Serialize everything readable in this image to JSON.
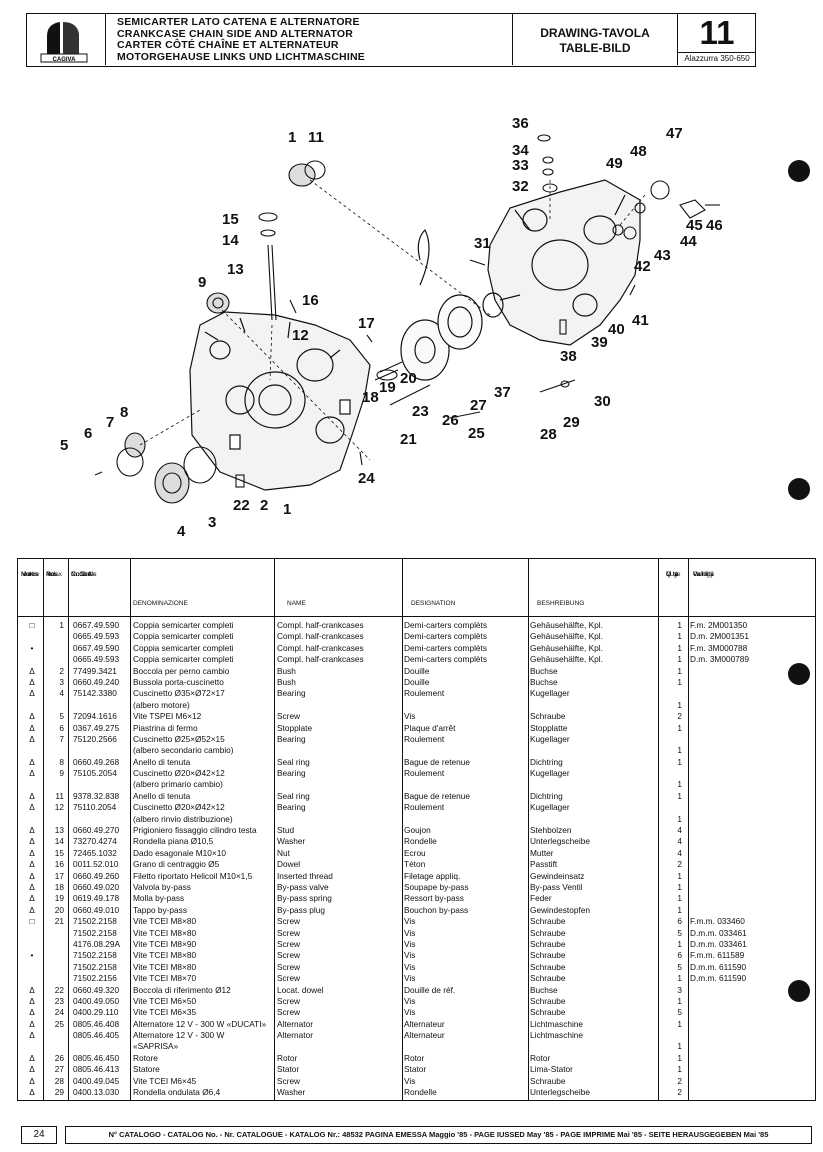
{
  "header": {
    "titles": [
      "SEMICARTER LATO CATENA E ALTERNATORE",
      "CRANKCASE CHAIN SIDE AND ALTERNATOR",
      "CARTER CÔTÉ CHAÎNE ET ALTERNATEUR",
      "MOTORGEHAUSE LINKS UND LICHTMASCHINE"
    ],
    "drawing_label_1": "DRAWING-TAVOLA",
    "drawing_label_2": "TABLE-BILD",
    "table_number": "11",
    "model": "Alazzurra 350-650",
    "logo_text": "CAGIVA"
  },
  "callouts": [
    "1",
    "11",
    "36",
    "47",
    "34",
    "33",
    "48",
    "49",
    "32",
    "45",
    "46",
    "44",
    "43",
    "42",
    "15",
    "14",
    "31",
    "13",
    "9",
    "16",
    "17",
    "12",
    "39",
    "40",
    "41",
    "38",
    "20",
    "19",
    "18",
    "37",
    "27",
    "26",
    "25",
    "23",
    "21",
    "30",
    "29",
    "28",
    "8",
    "7",
    "6",
    "5",
    "24",
    "22",
    "2",
    "1",
    "3",
    "4"
  ],
  "table_header": {
    "note": [
      "Note",
      "Notes",
      "Notes",
      "Marke"
    ],
    "index": [
      "Index",
      "No.",
      "Pos.",
      "N."
    ],
    "code": [
      "Code N.",
      "Nr. Code",
      "N. Cod.",
      "Code Nr."
    ],
    "denominazione": "DENOMINAZIONE",
    "name": "NAME",
    "designation": "DESIGNATION",
    "beshreibung": "BESHREIBUNG",
    "qty": [
      "Q.ty",
      "Q.tà",
      "Q.te",
      "M.ge"
    ],
    "validity": [
      "Validity",
      "Validità",
      "Validité",
      "Gultig"
    ]
  },
  "rows": [
    {
      "note": "□",
      "idx": "1",
      "code": "0667.49.590",
      "it": "Coppia semicarter completi",
      "en": "Compl. half-crankcases",
      "fr": "Demi-carters complèts",
      "de": "Gehäusehälfte, Kpl.",
      "qty": "1",
      "val": "F.m. 2M001350"
    },
    {
      "note": "",
      "idx": "",
      "code": "0665.49.593",
      "it": "Coppia semicarter completi",
      "en": "Compl. half-crankcases",
      "fr": "Demi-carters complèts",
      "de": "Gehäusehälfte, Kpl.",
      "qty": "1",
      "val": "D.m. 2M001351"
    },
    {
      "note": "•",
      "idx": "",
      "code": "0667.49.590",
      "it": "Coppia semicarter completi",
      "en": "Compl. half-crankcases",
      "fr": "Demi-carters complèts",
      "de": "Gehäusehälfte, Kpl.",
      "qty": "1",
      "val": "F.m. 3M000788"
    },
    {
      "note": "",
      "idx": "",
      "code": "0665.49.593",
      "it": "Coppia semicarter completi",
      "en": "Compl. half-crankcases",
      "fr": "Demi-carters complèts",
      "de": "Gehäusehälfte, Kpl.",
      "qty": "1",
      "val": "D.m. 3M000789"
    },
    {
      "note": "Δ",
      "idx": "2",
      "code": "77499.3421",
      "it": "Boccola per perno cambio",
      "en": "Bush",
      "fr": "Douille",
      "de": "Buchse",
      "qty": "1",
      "val": ""
    },
    {
      "note": "Δ",
      "idx": "3",
      "code": "0660.49.240",
      "it": "Bussola porta-cuscinetto",
      "en": "Bush",
      "fr": "Douille",
      "de": "Buchse",
      "qty": "1",
      "val": ""
    },
    {
      "note": "Δ",
      "idx": "4",
      "code": "75142.3380",
      "it": "Cuscinetto Ø35×Ø72×17",
      "en": "Bearing",
      "fr": "Roulement",
      "de": "Kugellager",
      "qty": "",
      "val": ""
    },
    {
      "note": "",
      "idx": "",
      "code": "",
      "it": "(albero motore)",
      "en": "",
      "fr": "",
      "de": "",
      "qty": "1",
      "val": ""
    },
    {
      "note": "Δ",
      "idx": "5",
      "code": "72094.1616",
      "it": "Vite TSPEI M6×12",
      "en": "Screw",
      "fr": "Vis",
      "de": "Schraube",
      "qty": "2",
      "val": ""
    },
    {
      "note": "Δ",
      "idx": "6",
      "code": "0367.49.275",
      "it": "Piastrina di fermo",
      "en": "Stopplate",
      "fr": "Plaque d'arrêt",
      "de": "Stopplatte",
      "qty": "1",
      "val": ""
    },
    {
      "note": "Δ",
      "idx": "7",
      "code": "75120.2566",
      "it": "Cuscinetto Ø25×Ø52×15",
      "en": "Bearing",
      "fr": "Roulement",
      "de": "Kugellager",
      "qty": "",
      "val": ""
    },
    {
      "note": "",
      "idx": "",
      "code": "",
      "it": "(albero secondario cambio)",
      "en": "",
      "fr": "",
      "de": "",
      "qty": "1",
      "val": ""
    },
    {
      "note": "Δ",
      "idx": "8",
      "code": "0660.49.268",
      "it": "Anello di tenuta",
      "en": "Seal ring",
      "fr": "Bague de retenue",
      "de": "Dichtring",
      "qty": "1",
      "val": ""
    },
    {
      "note": "Δ",
      "idx": "9",
      "code": "75105.2054",
      "it": "Cuscinetto Ø20×Ø42×12",
      "en": "Bearing",
      "fr": "Roulement",
      "de": "Kugellager",
      "qty": "",
      "val": ""
    },
    {
      "note": "",
      "idx": "",
      "code": "",
      "it": "(albero primario cambio)",
      "en": "",
      "fr": "",
      "de": "",
      "qty": "1",
      "val": ""
    },
    {
      "note": "Δ",
      "idx": "11",
      "code": "9378.32.838",
      "it": "Anello di tenuta",
      "en": "Seal ring",
      "fr": "Bague de retenue",
      "de": "Dichtring",
      "qty": "1",
      "val": ""
    },
    {
      "note": "Δ",
      "idx": "12",
      "code": "75110.2054",
      "it": "Cuscinetto Ø20×Ø42×12",
      "en": "Bearing",
      "fr": "Roulement",
      "de": "Kugellager",
      "qty": "",
      "val": ""
    },
    {
      "note": "",
      "idx": "",
      "code": "",
      "it": "(albero rinvio distribuzione)",
      "en": "",
      "fr": "",
      "de": "",
      "qty": "1",
      "val": ""
    },
    {
      "note": "Δ",
      "idx": "13",
      "code": "0660.49.270",
      "it": "Prigioniero fissaggio cilindro testa",
      "en": "Stud",
      "fr": "Goujon",
      "de": "Stehbolzen",
      "qty": "4",
      "val": ""
    },
    {
      "note": "Δ",
      "idx": "14",
      "code": "73270.4274",
      "it": "Rondella piana Ø10,5",
      "en": "Washer",
      "fr": "Rondelle",
      "de": "Unterlegscheibe",
      "qty": "4",
      "val": ""
    },
    {
      "note": "Δ",
      "idx": "15",
      "code": "72465.1032",
      "it": "Dado esagonale M10×10",
      "en": "Nut",
      "fr": "Ecrou",
      "de": "Mutter",
      "qty": "4",
      "val": ""
    },
    {
      "note": "Δ",
      "idx": "16",
      "code": "0011.52.010",
      "it": "Grano di centraggio Ø5",
      "en": "Dowel",
      "fr": "Téton",
      "de": "Passtift",
      "qty": "2",
      "val": ""
    },
    {
      "note": "Δ",
      "idx": "17",
      "code": "0660.49.260",
      "it": "Filetto riportato Helicoil M10×1,5",
      "en": "Inserted thread",
      "fr": "Filetage appliq.",
      "de": "Gewindeinsatz",
      "qty": "1",
      "val": ""
    },
    {
      "note": "Δ",
      "idx": "18",
      "code": "0660.49.020",
      "it": "Valvola by-pass",
      "en": "By-pass valve",
      "fr": "Soupape by-pass",
      "de": "By-pass Ventil",
      "qty": "1",
      "val": ""
    },
    {
      "note": "Δ",
      "idx": "19",
      "code": "0619.49.178",
      "it": "Molla by-pass",
      "en": "By-pass spring",
      "fr": "Ressort by-pass",
      "de": "Feder",
      "qty": "1",
      "val": ""
    },
    {
      "note": "Δ",
      "idx": "20",
      "code": "0660.49.010",
      "it": "Tappo by-pass",
      "en": "By-pass plug",
      "fr": "Bouchon by-pass",
      "de": "Gewindestopfen",
      "qty": "1",
      "val": ""
    },
    {
      "note": "□",
      "idx": "21",
      "code": "71502.2158",
      "it": "Vite TCEI M8×80",
      "en": "Screw",
      "fr": "Vis",
      "de": "Schraube",
      "qty": "6",
      "val": "F.m.m. 033460"
    },
    {
      "note": "",
      "idx": "",
      "code": "71502.2158",
      "it": "Vite TCEI M8×80",
      "en": "Screw",
      "fr": "Vis",
      "de": "Schraube",
      "qty": "5",
      "val": "D.m.m. 033461"
    },
    {
      "note": "",
      "idx": "",
      "code": "4176.08.29A",
      "it": "Vite TCEI M8×90",
      "en": "Screw",
      "fr": "Vis",
      "de": "Schraube",
      "qty": "1",
      "val": "D.m.m. 033461"
    },
    {
      "note": "•",
      "idx": "",
      "code": "71502.2158",
      "it": "Vite TCEI M8×80",
      "en": "Screw",
      "fr": "Vis",
      "de": "Schraube",
      "qty": "6",
      "val": "F.m.m. 611589"
    },
    {
      "note": "",
      "idx": "",
      "code": "71502.2158",
      "it": "Vite TCEI M8×80",
      "en": "Screw",
      "fr": "Vis",
      "de": "Schraube",
      "qty": "5",
      "val": "D.m.m. 611590"
    },
    {
      "note": "",
      "idx": "",
      "code": "71502.2156",
      "it": "Vite TCEI M8×70",
      "en": "Screw",
      "fr": "Vis",
      "de": "Schraube",
      "qty": "1",
      "val": "D.m.m. 611590"
    },
    {
      "note": "Δ",
      "idx": "22",
      "code": "0660.49.320",
      "it": "Boccola di riferimento Ø12",
      "en": "Locat. dowel",
      "fr": "Douille de réf.",
      "de": "Buchse",
      "qty": "3",
      "val": ""
    },
    {
      "note": "Δ",
      "idx": "23",
      "code": "0400.49.050",
      "it": "Vite TCEI M6×50",
      "en": "Screw",
      "fr": "Vis",
      "de": "Schraube",
      "qty": "1",
      "val": ""
    },
    {
      "note": "Δ",
      "idx": "24",
      "code": "0400.29.110",
      "it": "Vite TCEI M6×35",
      "en": "Screw",
      "fr": "Vis",
      "de": "Schraube",
      "qty": "5",
      "val": ""
    },
    {
      "note": "Δ",
      "idx": "25",
      "code": "0805.46.408",
      "it": "Alternatore 12 V - 300 W «DUCATI»",
      "en": "Alternator",
      "fr": "Alternateur",
      "de": "Lichtmaschine",
      "qty": "1",
      "val": ""
    },
    {
      "note": "Δ",
      "idx": "",
      "code": "0805.46.405",
      "it": "Alternatore 12 V - 300 W",
      "en": "Alternator",
      "fr": "Alternateur",
      "de": "Lichtmaschine",
      "qty": "",
      "val": ""
    },
    {
      "note": "",
      "idx": "",
      "code": "",
      "it": "«SAPRISA»",
      "en": "",
      "fr": "",
      "de": "",
      "qty": "1",
      "val": ""
    },
    {
      "note": "Δ",
      "idx": "26",
      "code": "0805.46.450",
      "it": "Rotore",
      "en": "Rotor",
      "fr": "Rotor",
      "de": "Rotor",
      "qty": "1",
      "val": ""
    },
    {
      "note": "Δ",
      "idx": "27",
      "code": "0805.46.413",
      "it": "Statore",
      "en": "Stator",
      "fr": "Stator",
      "de": "Lima-Stator",
      "qty": "1",
      "val": ""
    },
    {
      "note": "Δ",
      "idx": "28",
      "code": "0400.49.045",
      "it": "Vite TCEI M6×45",
      "en": "Screw",
      "fr": "Vis",
      "de": "Schraube",
      "qty": "2",
      "val": ""
    },
    {
      "note": "Δ",
      "idx": "29",
      "code": "0400.13.030",
      "it": "Rondella ondulata Ø6,4",
      "en": "Washer",
      "fr": "Rondelle",
      "de": "Unterlegscheibe",
      "qty": "2",
      "val": ""
    }
  ],
  "footer": {
    "page": "24",
    "text": "N° CATALOGO - CATALOG No. - Nr. CATALOGUE - KATALOG Nr.: 48532 PAGINA EMESSA Maggio '85 - PAGE IUSSED May '85 - PAGE IMPRIME Mai '85 - SEITE HERAUSGEGEBEN Mai '85"
  }
}
